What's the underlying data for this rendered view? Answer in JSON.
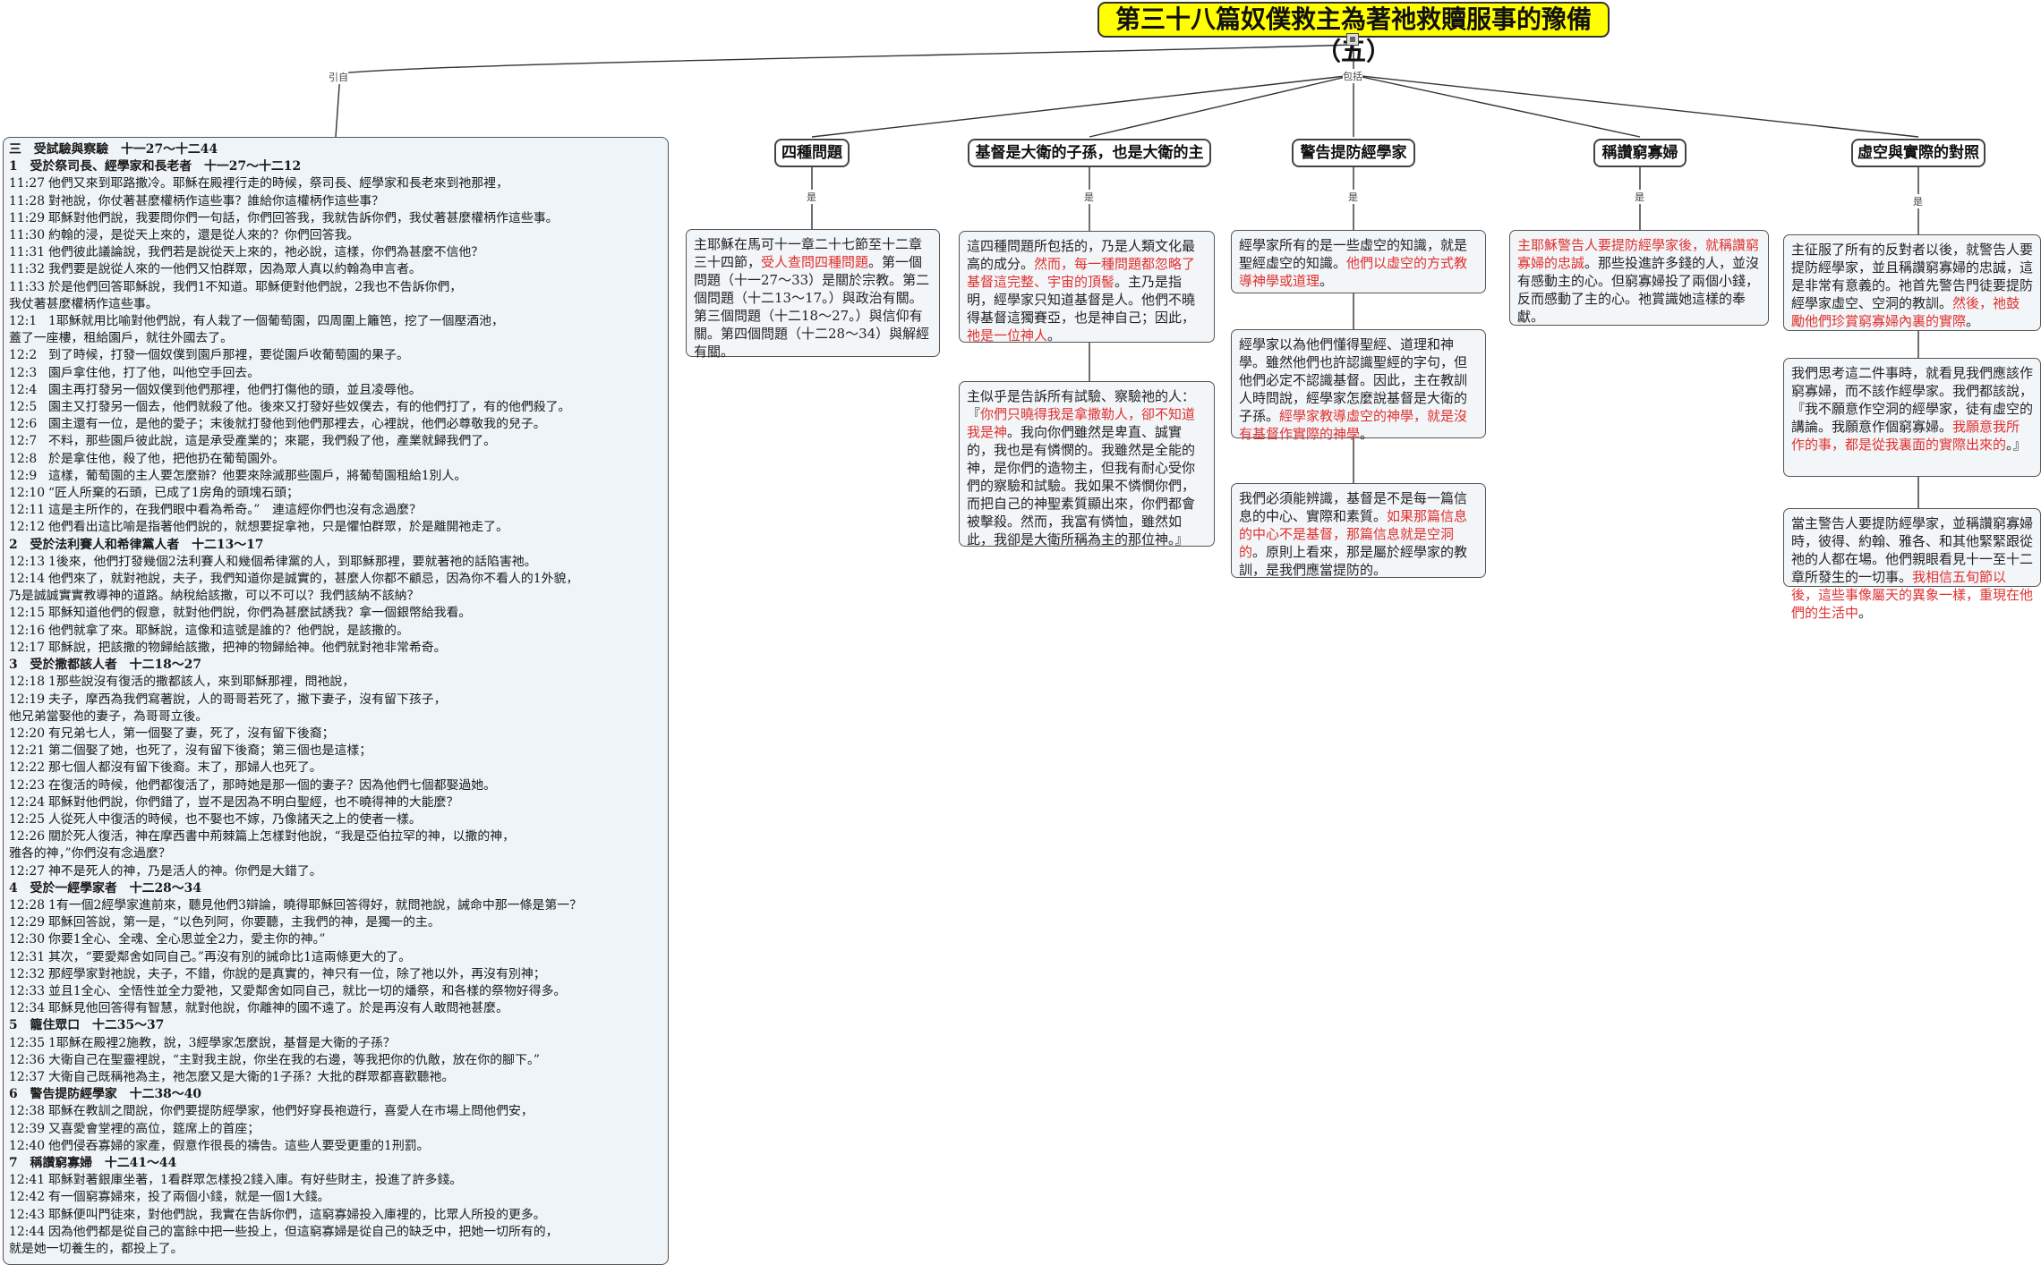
{
  "title": "第三十八篇奴僕救主為著祂救贖服事的豫備（五）",
  "edge_labels": {
    "left": "引自",
    "right": "包括",
    "is": "是"
  },
  "branches": [
    "四種問題",
    "基督是大衛的子孫，也是大衛的主",
    "警告提防經學家",
    "稱讚窮寡婦",
    "虛空與實際的對照"
  ],
  "notes": {
    "b1": [
      {
        "text": "主耶穌在馬可十一章二十七節至十二章三十四節，"
      },
      {
        "text": "受人查問四種問題",
        "hl": true
      },
      {
        "text": "。第一個問題（十一27～33）是關於宗教。第二個問題（十二13～17。）與政治有關。第三個問題（十二18～27。）與信仰有關。第四個問題（十二28～34）與解經有關。"
      }
    ],
    "b2a": [
      {
        "text": "這四種問題所包括的，乃是人類文化最高的成分。"
      },
      {
        "text": "然而，每一種問題都忽略了基督這完整、宇宙的頂髻",
        "hl": true
      },
      {
        "text": "。主乃是指明，經學家只知道基督是人。他們不曉得基督這獨賽亞，也是神自己；因此，"
      },
      {
        "text": "祂是一位神人",
        "hl": true
      },
      {
        "text": "。"
      }
    ],
    "b2b": [
      {
        "text": "主似乎是告訴所有試驗、察驗祂的人：『"
      },
      {
        "text": "你們只曉得我是拿撒勒人，卻不知道我是神",
        "hl": true
      },
      {
        "text": "。我向你們雖然是卑直、誠實的，我也是有憐憫的。我雖然是全能的神，是你們的造物主，但我有耐心受你們的察驗和試驗。我如果不憐憫你們，而把自己的神聖素質顯出來，你們都會被擊殺。然而，我富有憐恤，雖然如此，我卻是大衛所稱為主的那位神。』"
      }
    ],
    "b3a": [
      {
        "text": "經學家所有的是一些虛空的知識，就是聖經虛空的知識。"
      },
      {
        "text": "他們以虛空的方式教導神學或道理",
        "hl": true
      },
      {
        "text": "。"
      }
    ],
    "b3b": [
      {
        "text": "經學家以為他們懂得聖經、道理和神學。雖然他們也許認識聖經的字句，但他們必定不認識基督。因此，主在教訓人時問說，經學家怎麼說基督是大衛的子孫。"
      },
      {
        "text": "經學家教導虛空的神學，就是沒有基督作實際的神學",
        "hl": true
      },
      {
        "text": "。"
      }
    ],
    "b3c": [
      {
        "text": "我們必須能辨識，基督是不是每一篇信息的中心、實際和素質。"
      },
      {
        "text": "如果那篇信息的中心不是基督，那篇信息就是空洞的",
        "hl": true
      },
      {
        "text": "。原則上看來，那是屬於經學家的教訓，是我們應當提防的。"
      }
    ],
    "b4": [
      {
        "text": "主耶穌警告人要提防經學家後，就稱讚窮寡婦的忠誠",
        "hl": true
      },
      {
        "text": "。那些投進許多錢的人，並沒有感動主的心。但窮寡婦投了兩個小錢，反而感動了主的心。祂賞識她這樣的奉獻。"
      }
    ],
    "b5a": [
      {
        "text": "主征服了所有的反對者以後，就警告人要提防經學家，並且稱讚窮寡婦的忠誠，這是非常有意義的。祂首先警告門徒要提防經學家虛空、空洞的教訓。"
      },
      {
        "text": "然後，祂鼓勵他們珍賞窮寡婦內裏的實際",
        "hl": true
      },
      {
        "text": "。"
      }
    ],
    "b5b": [
      {
        "text": "我們思考這二件事時，就看見我們應該作窮寡婦，而不該作經學家。我們都該說，『我不願意作空洞的經學家，徒有虛空的講論。我願意作個窮寡婦。"
      },
      {
        "text": "我願意我所作的事，都是從我裏面的實際出來的",
        "hl": true
      },
      {
        "text": "。』"
      }
    ],
    "b5c": [
      {
        "text": "當主警告人要提防經學家，並稱讚窮寡婦時，彼得、約翰、雅各、和其他緊緊跟從祂的人都在場。他們親眼看見十一至十二章所發生的一切事。"
      },
      {
        "text": "我相信五旬節以後，這些事像屬天的異象一樣，重現在他們的生活中",
        "hl": true
      },
      {
        "text": "。"
      }
    ]
  },
  "scripture": {
    "heading": "三　受試驗與察驗　十一27～十二44",
    "sections": [
      {
        "heading": "1　受於祭司長、經學家和長老者　十一27～十二12",
        "lines": [
          [
            "11:27",
            "他們又來到耶路撒冷。耶穌在殿裡行走的時候，祭司長、經學家和長老來到祂那裡，"
          ],
          [
            "11:28",
            "對祂說，你仗著甚麼權柄作這些事？誰給你這權柄作這些事？"
          ],
          [
            "11:29",
            "耶穌對他們說，我要問你們一句話，你們回答我，我就告訴你們，我仗著甚麼權柄作這些事。"
          ],
          [
            "11:30",
            "約翰的浸，是從天上來的，還是從人來的？你們回答我。"
          ],
          [
            "11:31",
            "他們彼此議論說，我們若是說從天上來的，祂必說，這樣，你們為甚麼不信他？"
          ],
          [
            "11:32",
            "我們要是說從人來的一他們又怕群眾，因為眾人真以約翰為申言者。"
          ],
          [
            "11:33",
            "於是他們回答耶穌說，我們1不知道。耶穌便對他們說，2我也不告訴你們，"
          ],
          [
            "",
            "我仗著甚麼權柄作這些事。"
          ],
          [
            "12:1",
            "1耶穌就用比喻對他們說，有人栽了一個葡萄園，四周圍上籬笆，挖了一個壓酒池，"
          ],
          [
            "",
            "蓋了一座樓，租給園戶，就往外國去了。"
          ],
          [
            "12:2",
            "到了時候，打發一個奴僕到園戶那裡，要從園戶收葡萄園的果子。"
          ],
          [
            "12:3",
            "園戶拿住他，打了他，叫他空手回去。"
          ],
          [
            "12:4",
            "園主再打發另一個奴僕到他們那裡，他們打傷他的頭，並且凌辱他。"
          ],
          [
            "12:5",
            "園主又打發另一個去，他們就殺了他。後來又打發好些奴僕去，有的他們打了，有的他們殺了。"
          ],
          [
            "12:6",
            "園主還有一位，是他的愛子；末後就打發他到他們那裡去，心裡說，他們必尊敬我的兒子。"
          ],
          [
            "12:7",
            "不料，那些園戶彼此說，這是承受產業的；來罷，我們殺了他，產業就歸我們了。"
          ],
          [
            "12:8",
            "於是拿住他，殺了他，把他扔在葡萄園外。"
          ],
          [
            "12:9",
            "這樣，葡萄園的主人要怎麼辦？他要來除滅那些園戶，將葡萄園租給1別人。"
          ],
          [
            "12:10",
            "“匠人所棄的石頭，已成了1房角的頭塊石頭；"
          ],
          [
            "12:11",
            "這是主所作的，在我們眼中看為希奇。”　連這經你們也沒有念過麼？"
          ],
          [
            "12:12",
            "他們看出這比喻是指著他們說的，就想要捉拿祂，只是懼怕群眾，於是離開祂走了。"
          ]
        ]
      },
      {
        "heading": "2　受於法利賽人和希律黨人者　十二13～17",
        "lines": [
          [
            "12:13",
            "1後來，他們打發幾個2法利賽人和幾個希律黨的人，到耶穌那裡，要就著祂的話陷害祂。"
          ],
          [
            "12:14",
            "他們來了，就對祂說，夫子，我們知道你是誠實的，甚麼人你都不顧忌，因為你不看人的1外貌，"
          ],
          [
            "",
            "乃是誠誠實實教導神的道路。納稅給該撒，可以不可以？我們該納不該納？"
          ],
          [
            "12:15",
            "耶穌知道他們的假意，就對他們說，你們為甚麼試誘我？拿一個銀幣給我看。"
          ],
          [
            "12:16",
            "他們就拿了來。耶穌說，這像和這號是誰的？他們說，是該撒的。"
          ],
          [
            "12:17",
            "耶穌說，把該撒的物歸給該撒，把神的物歸給神。他們就對祂非常希奇。"
          ]
        ]
      },
      {
        "heading": "3　受於撒都該人者　十二18～27",
        "lines": [
          [
            "12:18",
            "1那些說沒有復活的撒都該人，來到耶穌那裡，問祂說，"
          ],
          [
            "12:19",
            "夫子，摩西為我們寫著說，人的哥哥若死了，撇下妻子，沒有留下孩子，"
          ],
          [
            "",
            "他兄弟當娶他的妻子，為哥哥立後。"
          ],
          [
            "12:20",
            "有兄弟七人，第一個娶了妻，死了，沒有留下後裔；"
          ],
          [
            "12:21",
            "第二個娶了她，也死了，沒有留下後裔；第三個也是這樣；"
          ],
          [
            "12:22",
            "那七個人都沒有留下後裔。末了，那婦人也死了。"
          ],
          [
            "12:23",
            "在復活的時候，他們都復活了，那時她是那一個的妻子？因為他們七個都娶過她。"
          ],
          [
            "12:24",
            "耶穌對他們說，你們錯了，豈不是因為不明白聖經，也不曉得神的大能麼？"
          ],
          [
            "12:25",
            "人從死人中復活的時候，也不娶也不嫁，乃像諸天之上的使者一樣。"
          ],
          [
            "12:26",
            "關於死人復活，神在摩西書中荊棘篇上怎樣對他說，“我是亞伯拉罕的神，以撒的神，"
          ],
          [
            "",
            "雅各的神，”你們沒有念過麼？"
          ],
          [
            "12:27",
            "神不是死人的神，乃是活人的神。你們是大錯了。"
          ]
        ]
      },
      {
        "heading": "4　受於一經學家者　十二28～34",
        "lines": [
          [
            "12:28",
            "1有一個2經學家進前來，聽見他們3辯論，曉得耶穌回答得好，就問祂說，誡命中那一條是第一？"
          ],
          [
            "12:29",
            "耶穌回答說，第一是，“以色列阿，你要聽，主我們的神，是獨一的主。"
          ],
          [
            "12:30",
            "你要1全心、全魂、全心思並全2力，愛主你的神。”"
          ],
          [
            "12:31",
            "其次，“要愛鄰舍如同自己。”再沒有別的誡命比1這兩條更大的了。"
          ],
          [
            "12:32",
            "那經學家對祂說，夫子，不錯，你說的是真實的，神只有一位，除了祂以外，再沒有別神；"
          ],
          [
            "12:33",
            "並且1全心、全悟性並全力愛祂，又愛鄰舍如同自己，就比一切的燔祭，和各樣的祭物好得多。"
          ],
          [
            "12:34",
            "耶穌見他回答得有智慧，就對他說，你離神的國不遠了。於是再沒有人敢問祂甚麼。"
          ]
        ]
      },
      {
        "heading": "5　籠住眾口　十二35～37",
        "lines": [
          [
            "12:35",
            "1耶穌在殿裡2施教，說，3經學家怎麼說，基督是大衛的子孫？"
          ],
          [
            "12:36",
            "大衛自己在聖靈裡說，“主對我主說，你坐在我的右邊，等我把你的仇敵，放在你的腳下。”"
          ],
          [
            "12:37",
            "大衛自己既稱祂為主，祂怎麼又是大衛的1子孫？大批的群眾都喜歡聽祂。"
          ]
        ]
      },
      {
        "heading": "6　警告提防經學家　十二38～40",
        "lines": [
          [
            "12:38",
            "耶穌在教訓之間說，你們要提防經學家，他們好穿長袍遊行，喜愛人在市場上問他們安，"
          ],
          [
            "12:39",
            "又喜愛會堂裡的高位，筵席上的首座；"
          ],
          [
            "12:40",
            "他們侵吞寡婦的家產，假意作很長的禱告。這些人要受更重的1刑罰。"
          ]
        ]
      },
      {
        "heading": "7　稱讚窮寡婦　十二41～44",
        "lines": [
          [
            "12:41",
            "耶穌對著銀庫坐著，1看群眾怎樣投2錢入庫。有好些財主，投進了許多錢。"
          ],
          [
            "12:42",
            "有一個窮寡婦來，投了兩個小錢，就是一個1大錢。"
          ],
          [
            "12:43",
            "耶穌便叫門徒來，對他們說，我實在告訴你們，這窮寡婦投入庫裡的，比眾人所投的更多。"
          ],
          [
            "12:44",
            "因為他們都是從自己的富餘中把一些投上，但這窮寡婦是從自己的缺乏中，把她一切所有的，"
          ],
          [
            "",
            "就是她一切養生的，都投上了。"
          ]
        ]
      }
    ]
  }
}
